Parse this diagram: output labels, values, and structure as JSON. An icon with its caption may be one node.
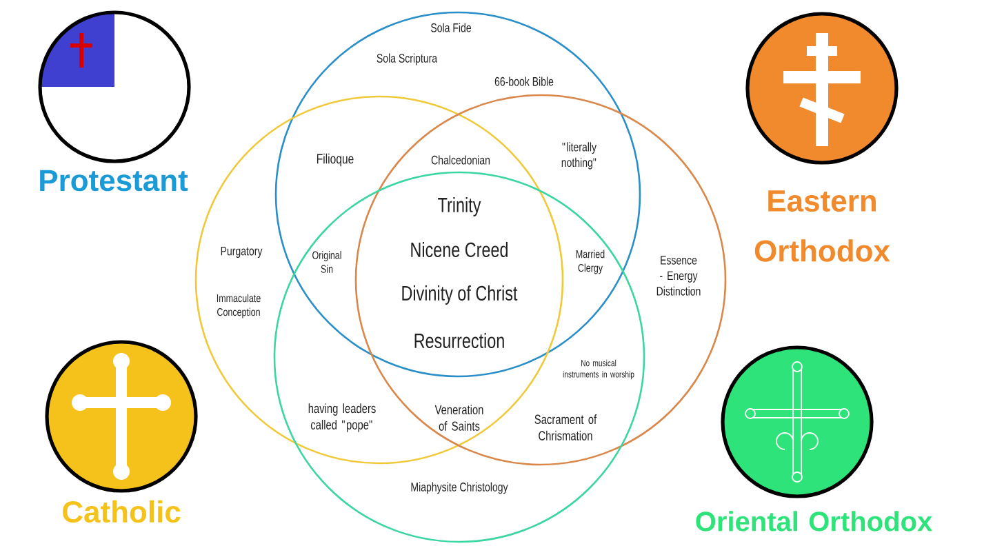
{
  "diagram": {
    "nodes": [
      {
        "text": [
          "Protestant"
        ]
      },
      {
        "text": [
          "Eastern Orthodox"
        ]
      },
      {
        "text": [
          "Catholic"
        ]
      },
      {
        "text": [
          "Oriental Orthodox"
        ]
      },
      {
        "text": [],
        "shape": "circle"
      },
      {
        "text": [],
        "shape": "circle"
      },
      {
        "text": [],
        "shape": "circle"
      },
      {
        "text": [],
        "shape": "circle"
      }
    ],
    "edges": [],
    "labels": [
      "Sola Fide",
      "Sola Scriptura",
      "66-book Bible",
      "Filioque",
      "Chalcedonian",
      "\"literally nothing\"",
      "Trinity",
      "Purgatory",
      "Original Sin",
      "Nicene Creed",
      "Married Clergy",
      "Essence - Energy Distinction",
      "Immaculate Conception",
      "Divinity of Christ",
      "Resurrection",
      "No musical instruments in worship",
      "having leaders called \"pope\"",
      "Veneration of Saints",
      "Sacrament of Chrismation",
      "Miaphysite Christology"
    ]
  }
}
